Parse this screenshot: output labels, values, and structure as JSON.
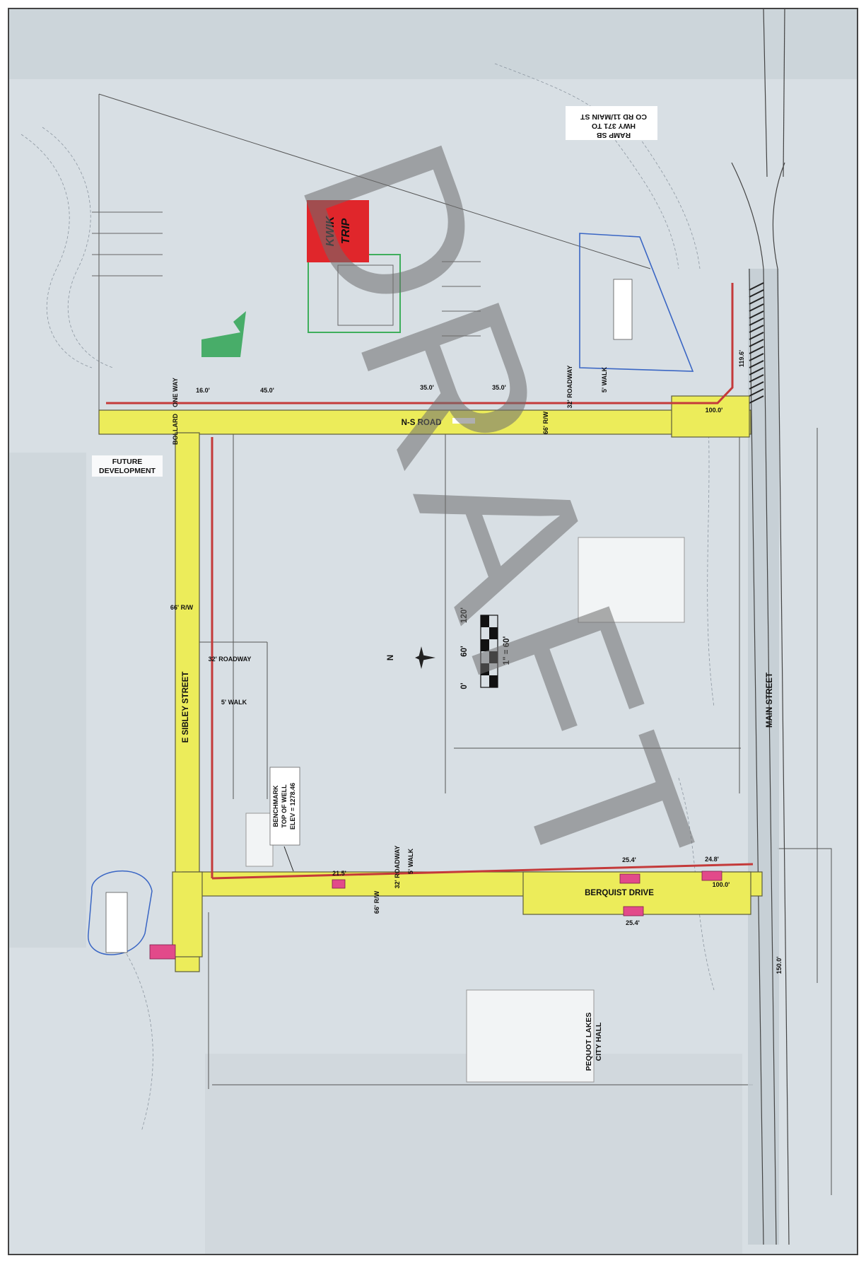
{
  "colors": {
    "paper": "#ffffff",
    "aerial": "#d8dfe4",
    "aerial_dark": "#b9c3ca",
    "road_fill": "#ecec5a",
    "road_edge": "#5c5c3c",
    "sidewalk_red": "#c43a3a",
    "magenta_pad": "#e24a8a",
    "green_area": "#39a75b",
    "pond_blue": "#3a66c4",
    "kwik_red": "#e0262b",
    "watermark": "#6e6e6e"
  },
  "watermark": {
    "text": "DRAFT"
  },
  "brand": {
    "line1": "KWIK",
    "line2": "TRIP"
  },
  "streets": {
    "ns_road": "N-S ROAD",
    "e_sibley": "E SIBLEY STREET",
    "berquist": "BERQUIST DRIVE",
    "main": "MAIN STREET"
  },
  "places": {
    "future_development_1": "FUTURE",
    "future_development_2": "DEVELOPMENT",
    "city_hall_1": "PEQUOT LAKES",
    "city_hall_2": "CITY HALL"
  },
  "ramp_label": {
    "line1": "RAMP SB",
    "line2": "HWY 371 TO",
    "line3": "CO RD 11/MAIN ST"
  },
  "dimensions": {
    "one_way": "ONE WAY",
    "d16": "16.0'",
    "d45": "45.0'",
    "d35a": "35.0'",
    "d35b": "35.0'",
    "d119": "119.6'",
    "d100a": "100.0'",
    "d100b": "100.0'",
    "d21": "21.5'",
    "d25a": "25.4'",
    "d25b": "25.4'",
    "d24": "24.8'",
    "d150": "150.0'",
    "rw_ns": "66' R/W",
    "rw_sibley": "66' R/W",
    "rw_berquist": "66' R/W",
    "roadway_ns": "32' ROADWAY",
    "roadway_sibley": "32' ROADWAY",
    "roadway_berquist": "32' ROADWAY",
    "walk_ns": "5' WALK",
    "walk_sibley": "5' WALK",
    "walk_berquist": "5' WALK",
    "bollard": "BOLLARD"
  },
  "benchmark": {
    "line1": "BENCHMARK",
    "line2": "TOP OF WELL",
    "line3": "ELEV = 1278.46"
  },
  "scale": {
    "t0": "0'",
    "t60": "60'",
    "t120": "120'",
    "ratio": "1\" = 60'"
  },
  "north_arrow": {
    "label": "N"
  }
}
